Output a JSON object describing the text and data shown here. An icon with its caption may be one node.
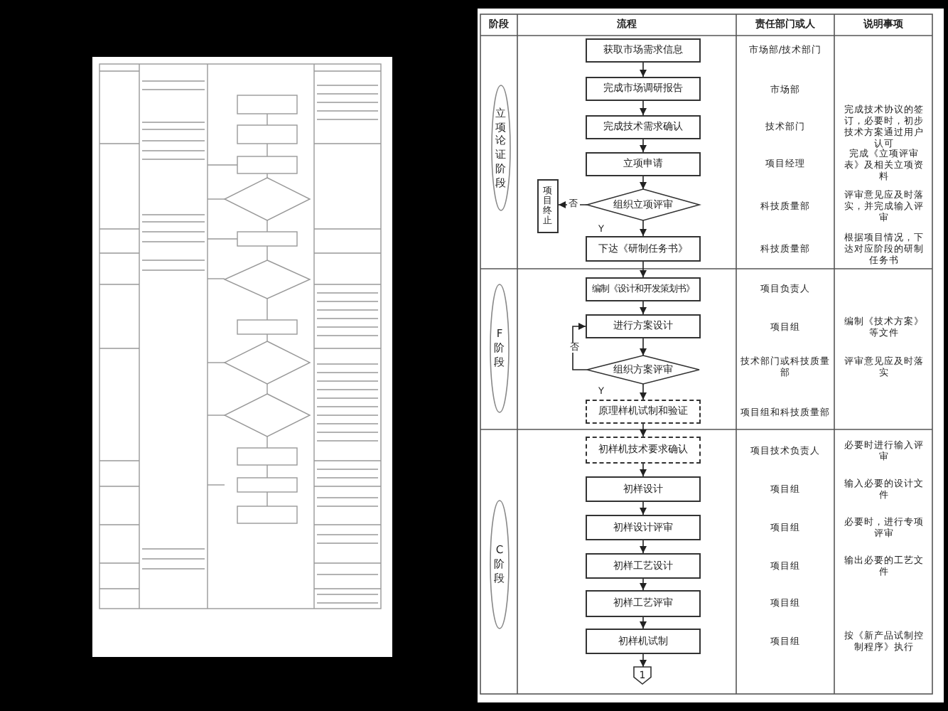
{
  "diagram": {
    "nodes": [
      {
        "text": [
          "立项论证阶段"
        ]
      },
      {
        "text": [
          "获取市场需求信息"
        ]
      },
      {
        "text": [
          "完成市场调研报告"
        ]
      },
      {
        "text": [
          "完成技术需求确认"
        ]
      },
      {
        "text": [
          "立项申请"
        ]
      },
      {
        "text": [
          "组织立项评审"
        ]
      },
      {
        "text": [
          "项目终止"
        ]
      },
      {
        "text": [
          "下达《研制任务书》"
        ]
      },
      {
        "text": [
          "F阶段"
        ]
      },
      {
        "text": [
          "编制《设计和开发策划书》"
        ]
      },
      {
        "text": [
          "进行方案设计"
        ]
      },
      {
        "text": [
          "组织方案评审"
        ]
      },
      {
        "text": [
          "原理样机试制和验证"
        ]
      },
      {
        "text": [
          "C阶段"
        ]
      },
      {
        "text": [
          "初样机技术要求确认"
        ]
      },
      {
        "text": [
          "初样设计"
        ]
      },
      {
        "text": [
          "初样设计评审"
        ]
      },
      {
        "text": [
          "初样工艺设计"
        ]
      },
      {
        "text": [
          "初样工艺评审"
        ]
      },
      {
        "text": [
          "初样机试制"
        ]
      },
      {
        "text": [
          "1"
        ]
      }
    ],
    "edges": [
      {
        "from": 1,
        "to": 2,
        "arrow": "to"
      },
      {
        "from": 2,
        "to": 3,
        "arrow": "to"
      },
      {
        "from": 3,
        "to": 4,
        "arrow": "to"
      },
      {
        "from": 4,
        "to": 5,
        "arrow": "to"
      },
      {
        "from": 5,
        "to": 6,
        "arrow": "to",
        "label": "否"
      },
      {
        "from": 5,
        "to": 7,
        "arrow": "to",
        "label": "Y"
      },
      {
        "from": 7,
        "to": 9,
        "arrow": "to"
      },
      {
        "from": 9,
        "to": 10,
        "arrow": "to"
      },
      {
        "from": 10,
        "to": 11,
        "arrow": "to"
      },
      {
        "from": 11,
        "to": 10,
        "arrow": "to",
        "label": "否"
      },
      {
        "from": 11,
        "to": 12,
        "arrow": "to",
        "label": "Y"
      },
      {
        "from": 12,
        "to": 14,
        "arrow": "to"
      },
      {
        "from": 14,
        "to": 15,
        "arrow": "to"
      },
      {
        "from": 15,
        "to": 16,
        "arrow": "to"
      },
      {
        "from": 16,
        "to": 17,
        "arrow": "to"
      },
      {
        "from": 17,
        "to": 18,
        "arrow": "to"
      },
      {
        "from": 18,
        "to": 19,
        "arrow": "to"
      },
      {
        "from": 19,
        "to": 20,
        "arrow": "to"
      }
    ],
    "labels": [
      "阶段",
      "流程",
      "责任部门或人",
      "说明事项",
      "市场部/技术部门",
      "市场部",
      "技术部门",
      "完成技术协议的签订，必要时，初步技术方案通过用户认可",
      "项目经理",
      "完成《立项评审表》及相关立项资料",
      "科技质量部",
      "评审意见应及时落实，并完成输入评审",
      "科技质量部",
      "根据项目情况，下达对应阶段的研制任务书",
      "项目负责人",
      "项目组",
      "编制《技术方案》等文件",
      "技术部门或科技质量部",
      "评审意见应及时落实",
      "项目组和科技质量部",
      "项目技术负责人",
      "必要时进行输入评审",
      "项目组",
      "输入必要的设计文件",
      "项目组",
      "必要时，进行专项评审",
      "项目组",
      "输出必要的工艺文件",
      "项目组",
      "项目组",
      "按《新产品试制控制程序》执行"
    ]
  }
}
